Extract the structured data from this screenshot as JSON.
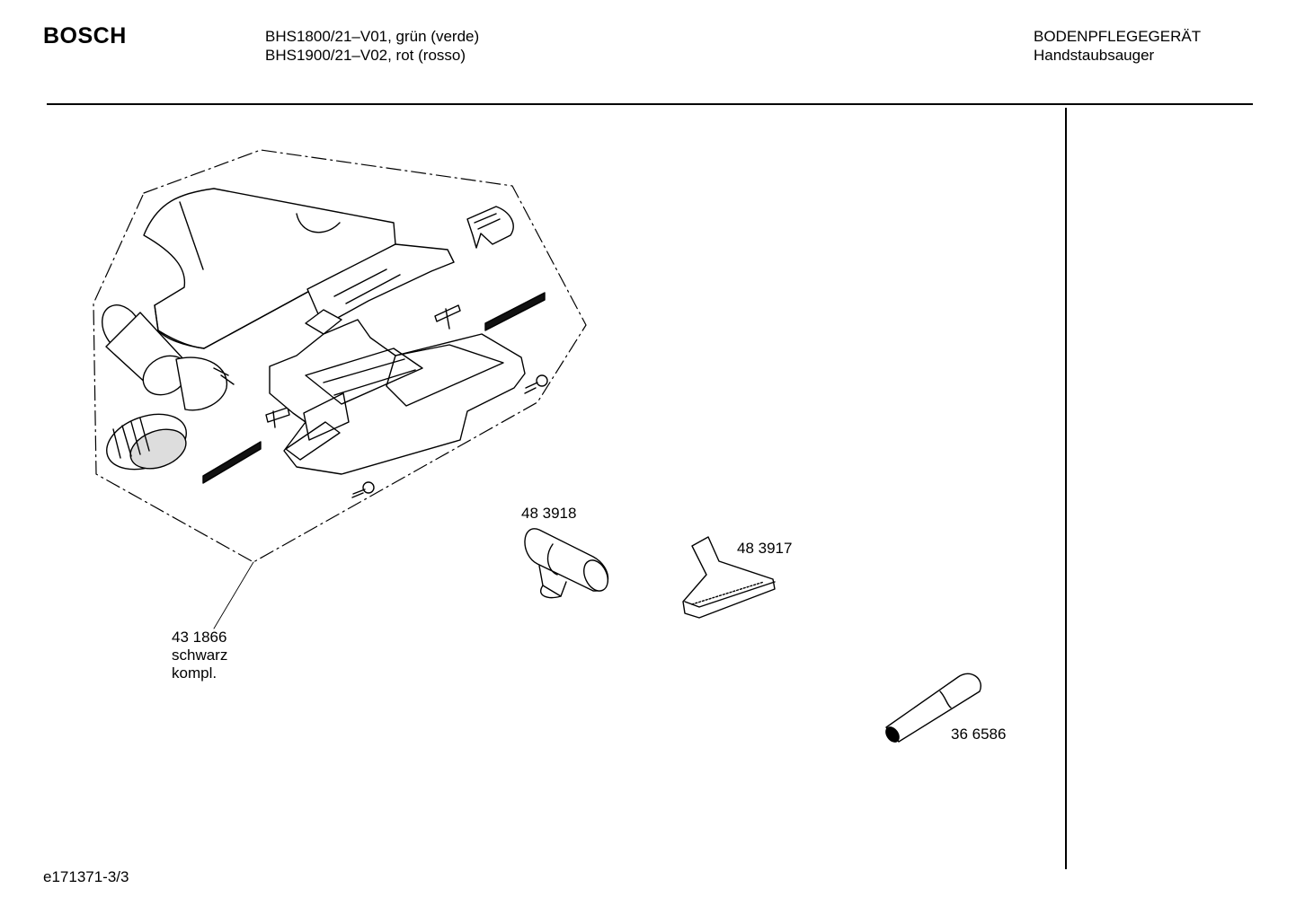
{
  "header": {
    "brand": "BOSCH",
    "model_line_1": "BHS1800/21–V01, grün (verde)",
    "model_line_2": "BHS1900/21–V02, rot (rosso)",
    "category_line_1": "BODENPFLEGEGERÄT",
    "category_line_2": "Handstaubsauger"
  },
  "parts": [
    {
      "part_number": "43 1866",
      "line_2": "schwarz",
      "line_3": "kompl."
    },
    {
      "part_number": "48 3918"
    },
    {
      "part_number": "48 3917"
    },
    {
      "part_number": "36 6586"
    }
  ],
  "footer": {
    "drawing_id": "e171371-3/3"
  }
}
